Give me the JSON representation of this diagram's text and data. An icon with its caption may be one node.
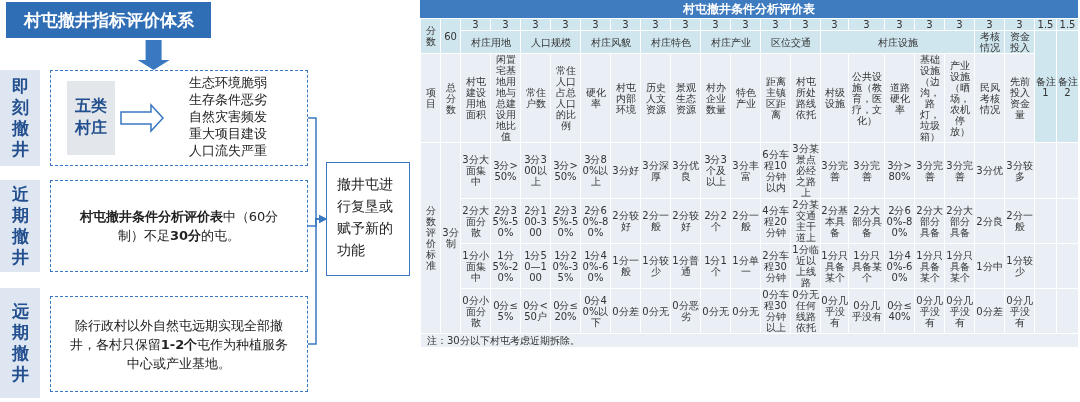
{
  "diagram": {
    "nodes": [
      {
        "text": [
          "村屯撤井指标评价体系"
        ]
      },
      {
        "text": [
          "即刻撤井"
        ]
      },
      {
        "text": [],
        "shape": "box"
      },
      {
        "text": [
          "五类村庄"
        ],
        "in": 2
      },
      {
        "text": [
          "生态环境脆弱",
          "生存条件恶劣",
          "自然灾害频发",
          "重大项目建设",
          "人口流失严重"
        ],
        "in": 2
      },
      {
        "text": [
          "近期撤井"
        ]
      },
      {
        "text": [
          "**村屯撤井条件分析评价表**中（60分制）不足**30分**的屯。"
        ]
      },
      {
        "text": [
          "远期撤井"
        ]
      },
      {
        "text": [
          "除行政村以外自然屯远期实现全部撤井，各村只保留**1-2个**屯作为种植服务中心或产业基地。"
        ]
      },
      {
        "text": [
          "撤井屯进行复垦或赋予新的功能"
        ]
      }
    ],
    "edges": [
      {
        "from": 0,
        "to": 2,
        "arrow": "to"
      },
      {
        "from": 3,
        "to": 4,
        "arrow": "to"
      },
      {
        "from": 2,
        "to": 9,
        "arrow": "to"
      },
      {
        "from": 6,
        "to": 9,
        "arrow": "to"
      },
      {
        "from": 8,
        "to": 9,
        "arrow": "to"
      }
    ],
    "labels": [
      "村屯撤井条件分析评价表",
      "分数",
      "60",
      "3",
      "3",
      "3",
      "3",
      "3",
      "3",
      "3",
      "3",
      "3",
      "3",
      "3",
      "3",
      "3",
      "3",
      "3",
      "3",
      "3",
      "3",
      "3",
      "1.5",
      "1.5",
      "村庄用地",
      "人口规模",
      "村庄风貌",
      "村庄特色",
      "村庄产业",
      "区位交通",
      "村庄设施",
      "考核情况",
      "资金投入",
      "备注1",
      "备注2",
      "项目",
      "总分数",
      "村屯建设用地面积",
      "闲置宅基地用地与总建设用地比值",
      "常住户数",
      "常住人口占总人口的比例",
      "硬化率",
      "村屯内部环境",
      "历史人文资源",
      "景观生态资源",
      "村办企业数量",
      "特色产业",
      "距离主镇区距离",
      "村屯所处路线依托",
      "村级设施",
      "公共设施（教育，医疗，文化）",
      "道路硬化率",
      "基础设施（边沟，路灯，垃圾箱）",
      "产业设施（晒场，农机停放）",
      "民风考核情况",
      "先前投入资金量",
      "分数评价标准",
      "3分制",
      "3分大面集中",
      "3分>50%",
      "3分300以上",
      "3分>50%",
      "3分80%以上",
      "3分好",
      "3分深厚",
      "3分优良",
      "3分3个及以上",
      "3分丰富",
      "6分车程10分钟以内",
      "3分某景点必经之路上",
      "3分完善",
      "3分完善",
      "3分>80%",
      "3分完善",
      "3分完善",
      "3分优",
      "3分较多",
      "2分大面分散",
      "2分35%-50%",
      "2分100-300",
      "2分35%-50%",
      "2分60%-80%",
      "2分较好",
      "2分一般",
      "2分较好",
      "2分2个",
      "2分一般",
      "4分车程20分钟",
      "2分某交通主干道上",
      "2分基本具备",
      "2分大部分具备",
      "2分60%-80%",
      "2分大部分具备",
      "2分大部分具备",
      "2分良",
      "2分一般",
      "1分小面集中",
      "1分5%-20%",
      "1分50—100",
      "1分20%-35%",
      "1分40%-60%",
      "1分一般",
      "1分较少",
      "1分普通",
      "1分1个",
      "1分单一",
      "2分车程30分钟",
      "1分临近以上线路",
      "1分只具备某个",
      "1分只具备某个",
      "1分40%-60%",
      "1分只具备某个",
      "1分只具备某个",
      "1分中",
      "1分较少",
      "0分小面分散",
      "0分≤5%",
      "0分<50户",
      "0分≤20%",
      "0分40%以下",
      "0分差",
      "0分无",
      "0分恶劣",
      "0分无",
      "0分无",
      "0分车程30分钟以上",
      "0分无任何线路依托",
      "0分几乎没有",
      "0分几乎没有",
      "0分≤40%",
      "0分几乎没有",
      "0分几乎没有",
      "0分差",
      "0分几乎没有",
      "注：30分以下村屯考虑近期拆除。"
    ]
  }
}
